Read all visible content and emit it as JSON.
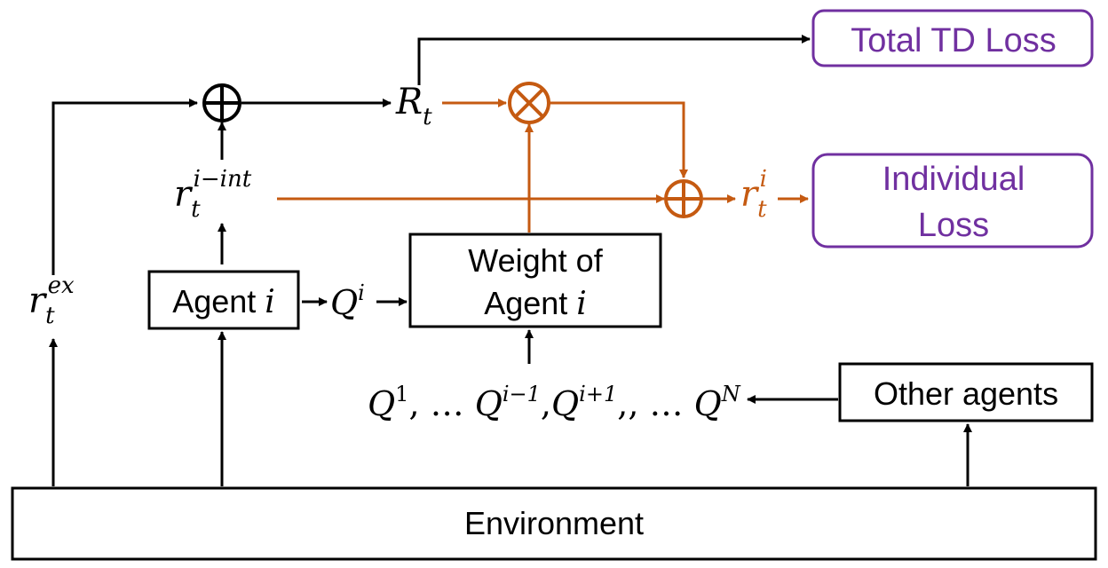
{
  "nodes": {
    "environment": "Environment",
    "agent_prefix": "Agent ",
    "agent_var": "i",
    "weight_line1": "Weight of",
    "weight_line2_prefix": "Agent ",
    "weight_var": "i",
    "other_agents": "Other agents",
    "total_td_loss": "Total TD Loss",
    "individual_loss_line1": "Individual",
    "individual_loss_line2": "Loss"
  },
  "symbols": {
    "r_ex_base": "r",
    "r_ex_sub": "t",
    "r_ex_sup": "ex",
    "r_int_base": "r",
    "r_int_sub": "t",
    "r_int_sup": "i−int",
    "R_base": "R",
    "R_sub": "t",
    "r_i_base": "r",
    "r_i_sub": "t",
    "r_i_sup": "i",
    "q_base": "Q",
    "q_sup": "i",
    "others_q1": "Q",
    "others_q1_sup": "1",
    "others_sep": ", … ",
    "others_q2": "Q",
    "others_q2_sup": "i−1",
    "others_comma": ",",
    "others_q3": "Q",
    "others_q3_sup": "i+1",
    "others_q4": "Q",
    "others_q4_sup": "N",
    "plus": "⊕",
    "times": "⊗"
  },
  "colors": {
    "black": "#000000",
    "orange": "#c55a11",
    "purple": "#7030a0"
  }
}
